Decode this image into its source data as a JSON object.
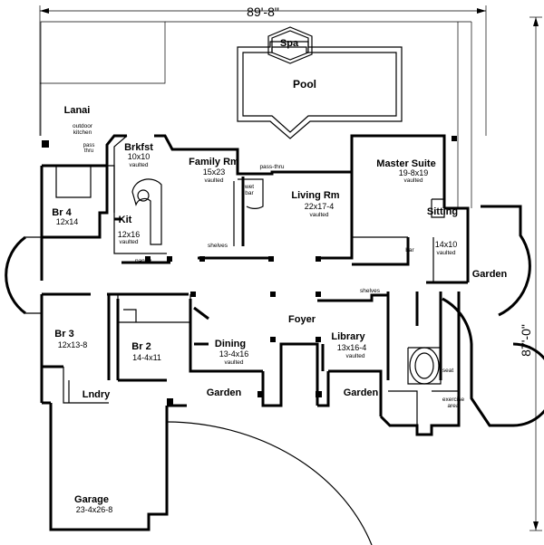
{
  "dimensions": {
    "width_label": "89'-8\"",
    "depth_label": "87'-0\""
  },
  "outdoor": {
    "spa": "Spa",
    "pool": "Pool",
    "lanai": "Lanai",
    "outdoor_kitchen_line1": "outdoor",
    "outdoor_kitchen_line2": "kitchen",
    "pass_thru_line1": "pass",
    "pass_thru_line2": "thru",
    "garden_right": "Garden",
    "garden_left_front": "Garden",
    "garden_right_front": "Garden"
  },
  "rooms": {
    "brkfst": {
      "name": "Brkfst",
      "size": "10x10",
      "note": "vaulted"
    },
    "family": {
      "name": "Family Rm",
      "size": "15x23",
      "note": "vaulted"
    },
    "master": {
      "name": "Master Suite",
      "size": "19-8x19",
      "note": "vaulted"
    },
    "br4": {
      "name": "Br 4",
      "size": "12x14"
    },
    "kit": {
      "name": "Kit",
      "size": "12x16",
      "note": "vaulted"
    },
    "living": {
      "name": "Living Rm",
      "size": "22x17-4",
      "note": "vaulted"
    },
    "sitting": {
      "name": "Sitting",
      "size": "14x10",
      "note": "vaulted"
    },
    "br3": {
      "name": "Br 3",
      "size": "12x13-8"
    },
    "br2": {
      "name": "Br 2",
      "size": "14-4x11"
    },
    "foyer": {
      "name": "Foyer"
    },
    "dining": {
      "name": "Dining",
      "size": "13-4x16",
      "note": "vaulted"
    },
    "library": {
      "name": "Library",
      "size": "13x16-4",
      "note": "vaulted"
    },
    "lndry": {
      "name": "Lndry"
    },
    "garage": {
      "name": "Garage",
      "size": "23-4x26-8"
    }
  },
  "labels": {
    "pass_thru": "pass-thru",
    "wet_bar_line1": "wet",
    "wet_bar_line2": "bar",
    "pantry": "pantry",
    "shelves_left": "shelves",
    "shelves_right": "shelves",
    "bar": "bar",
    "seat": "seat",
    "exercise_line1": "exercise",
    "exercise_line2": "area"
  }
}
